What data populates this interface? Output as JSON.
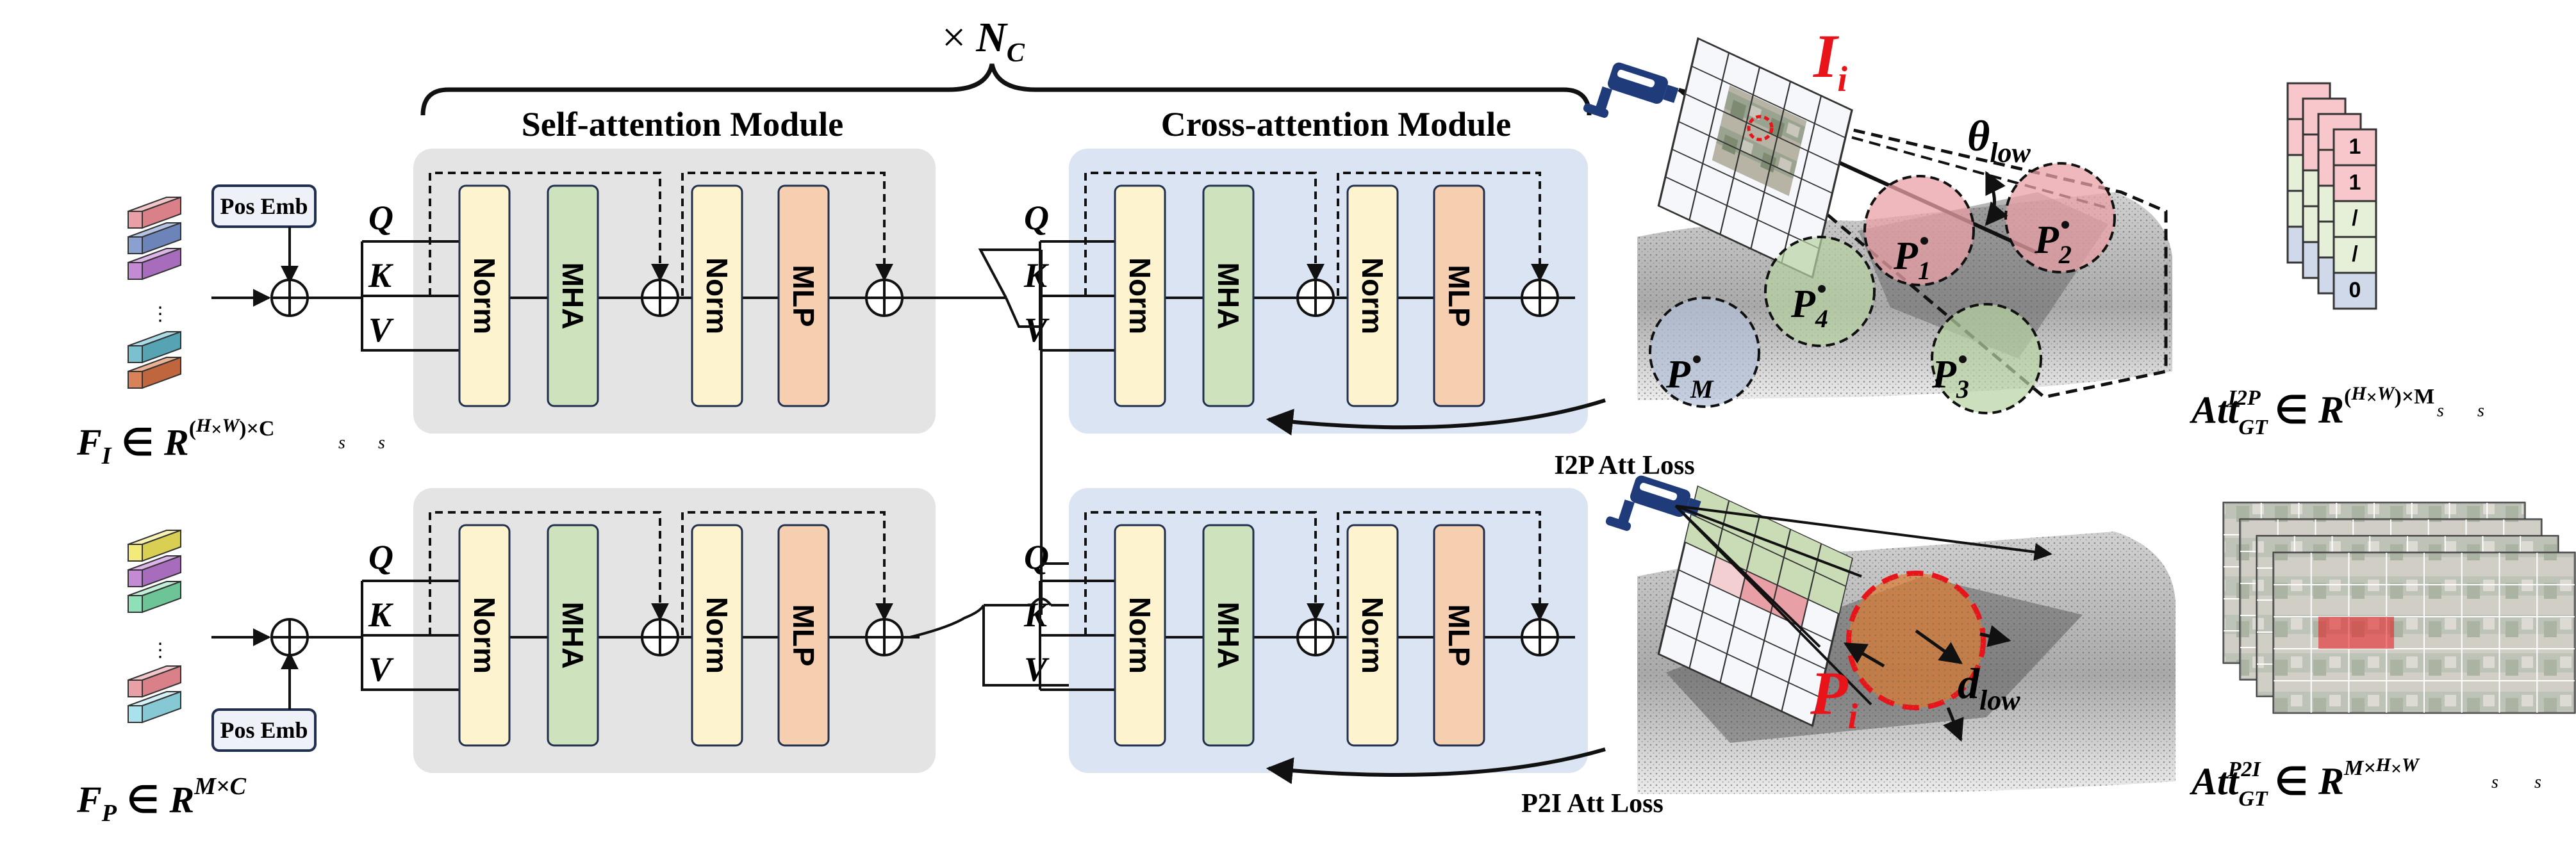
{
  "repeat": {
    "symbol": "×",
    "var": "N",
    "sub": "C"
  },
  "modules": {
    "self_attention": "Self-attention Module",
    "cross_attention": "Cross-attention Module"
  },
  "inputs": {
    "q": "Q",
    "k": "K",
    "v": "V"
  },
  "blocks": {
    "norm": "Norm",
    "mha": "MHA",
    "mlp": "MLP",
    "pos_emb": "Pos Emb"
  },
  "features": {
    "image": {
      "F": "F",
      "sub": "I",
      "in": "∈",
      "R": "R",
      "exp_open": "(",
      "H": "H",
      "W": "W",
      "s": "s",
      "times": "×",
      "exp_close": ")×C"
    },
    "point": {
      "F": "F",
      "sub": "P",
      "in": "∈",
      "R": "R",
      "exp": "M×C"
    }
  },
  "losses": {
    "i2p": "I2P Att Loss",
    "p2i": "P2I Att Loss"
  },
  "scene": {
    "image_label": {
      "main": "I",
      "sub": "i"
    },
    "point_label": {
      "main": "P",
      "sub": "i"
    },
    "theta": {
      "main": "θ",
      "sub": "low"
    },
    "distance": {
      "main": "d",
      "sub": "low"
    },
    "points": [
      {
        "main": "P",
        "sub": "1"
      },
      {
        "main": "P",
        "sub": "2"
      },
      {
        "main": "P",
        "sub": "3"
      },
      {
        "main": "P",
        "sub": "4"
      },
      {
        "main": "P",
        "sub": "M"
      }
    ]
  },
  "att_gt": {
    "i2p": {
      "main": "Att",
      "sub": "GT",
      "sup": "I2P",
      "in": "∈",
      "R": "R",
      "exp_open": "(",
      "H": "H",
      "W": "W",
      "s": "s",
      "times": "×",
      "exp_close": ")×M",
      "cells": [
        "1",
        "1",
        "/",
        "/",
        "0"
      ]
    },
    "p2i": {
      "main": "Att",
      "sub": "GT",
      "sup": "P2I",
      "in": "∈",
      "R": "R",
      "exp_pre": "M×",
      "H": "H",
      "W": "W",
      "s": "s",
      "times": "×"
    }
  },
  "colors": {
    "panel_gray": "#e4e4e4",
    "panel_blue": "#dbe4f2",
    "norm": "#fdf3cf",
    "mha": "#cde2bd",
    "mlp": "#f6cfb1",
    "accent_red": "#e8141a",
    "pos_emb": "#eef1f7"
  }
}
